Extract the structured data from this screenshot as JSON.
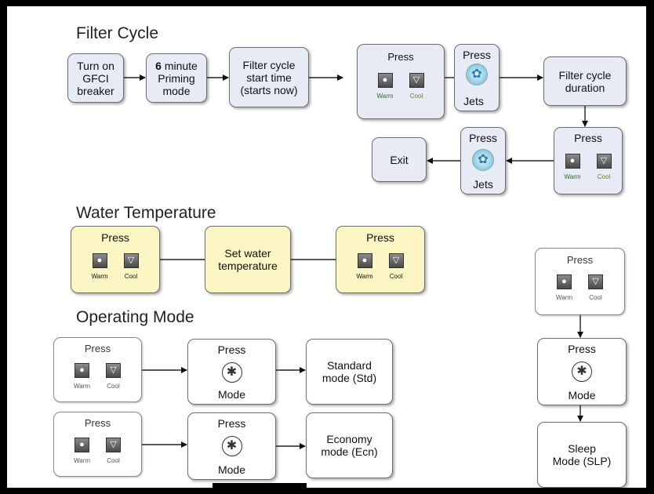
{
  "headings": {
    "filter_cycle": "Filter Cycle",
    "water_temperature": "Water Temperature",
    "operating_mode": "Operating Mode"
  },
  "common": {
    "press": "Press",
    "warm": "Warm",
    "cool": "Cool",
    "jets": "Jets",
    "mode": "Mode"
  },
  "filter": {
    "gfci": "Turn on\nGFCI\nbreaker",
    "priming_number": "6",
    "priming_rest": " minute\nPriming\nmode",
    "start_time": "Filter cycle\nstart time\n(starts now)",
    "duration": "Filter cycle\nduration",
    "exit": "Exit"
  },
  "water": {
    "set_temp": "Set water\ntemperature"
  },
  "modes": {
    "standard": "Standard\nmode (Std)",
    "economy": "Economy\nmode (Ecn)",
    "sleep": "Sleep\nMode (SLP)"
  },
  "icons": {
    "warm": "warm-button-icon",
    "cool": "cool-button-icon",
    "jets": "jets-button-icon",
    "mode": "mode-button-icon"
  },
  "colors": {
    "box_blue": "#e6ebf5",
    "box_yellow": "#fbf6c4",
    "box_white": "#ffffff",
    "frame": "#000000"
  }
}
